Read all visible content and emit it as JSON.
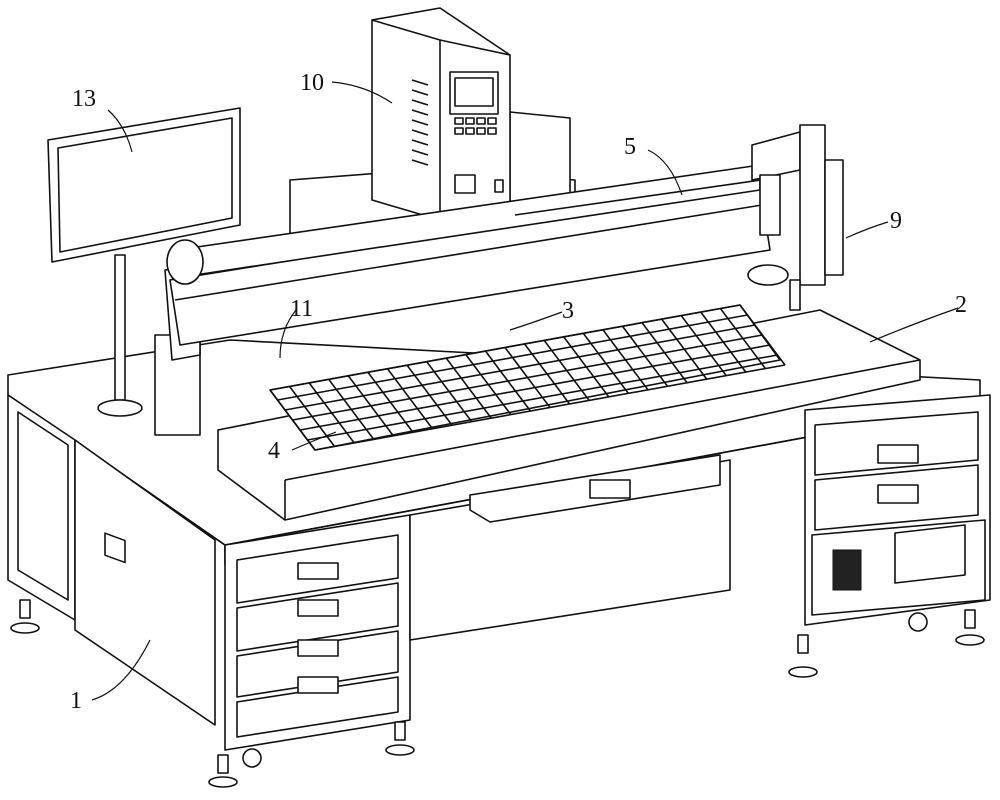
{
  "figure": {
    "callouts": [
      {
        "id": "13",
        "text": "13"
      },
      {
        "id": "10",
        "text": "10"
      },
      {
        "id": "5",
        "text": "5"
      },
      {
        "id": "9",
        "text": "9"
      },
      {
        "id": "2",
        "text": "2"
      },
      {
        "id": "11",
        "text": "11"
      },
      {
        "id": "3",
        "text": "3"
      },
      {
        "id": "4",
        "text": "4"
      },
      {
        "id": "1",
        "text": "1"
      }
    ]
  }
}
